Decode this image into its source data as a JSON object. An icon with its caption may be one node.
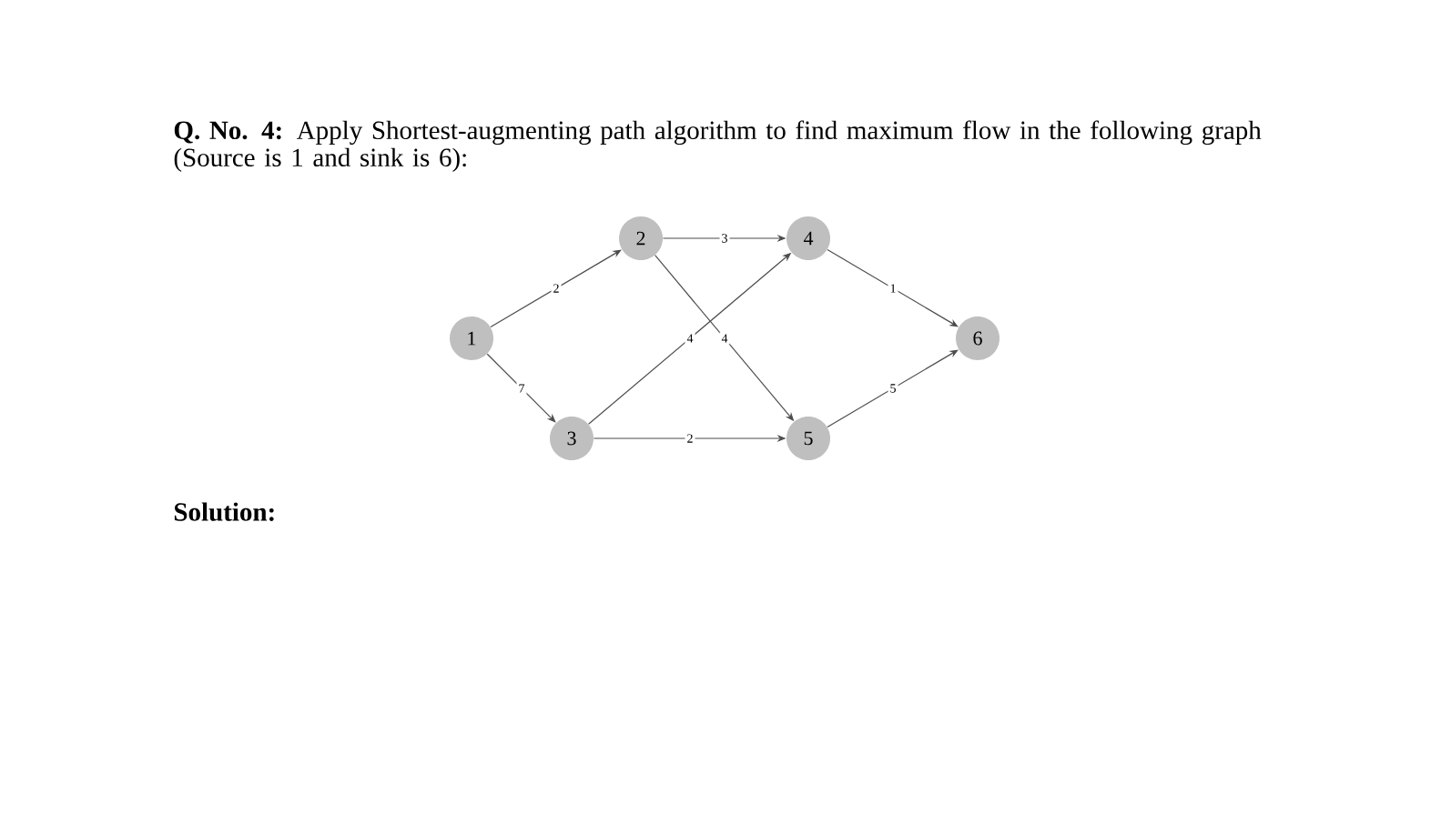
{
  "diagram": {
    "title": "**Q. No. 4:** Apply Shortest-augmenting path algorithm to find maximum flow in the following graph (Source is 1 and sink is 6):",
    "nodes": [
      {
        "text": [
          "1"
        ]
      },
      {
        "text": [
          "2"
        ]
      },
      {
        "text": [
          "3"
        ]
      },
      {
        "text": [
          "4"
        ]
      },
      {
        "text": [
          "5"
        ]
      },
      {
        "text": [
          "6"
        ]
      }
    ],
    "edges": [
      {
        "from": 0,
        "to": 1,
        "arrow": "to",
        "label": "2"
      },
      {
        "from": 0,
        "to": 2,
        "arrow": "to",
        "label": "7"
      },
      {
        "from": 1,
        "to": 3,
        "arrow": "to",
        "label": "3"
      },
      {
        "from": 1,
        "to": 4,
        "arrow": "to",
        "label": "4"
      },
      {
        "from": 2,
        "to": 3,
        "arrow": "to",
        "label": "4"
      },
      {
        "from": 2,
        "to": 4,
        "arrow": "to",
        "label": "2"
      },
      {
        "from": 3,
        "to": 5,
        "arrow": "to",
        "label": "1"
      },
      {
        "from": 4,
        "to": 5,
        "arrow": "to",
        "label": "5"
      }
    ],
    "labels": [
      "Solution:"
    ]
  }
}
